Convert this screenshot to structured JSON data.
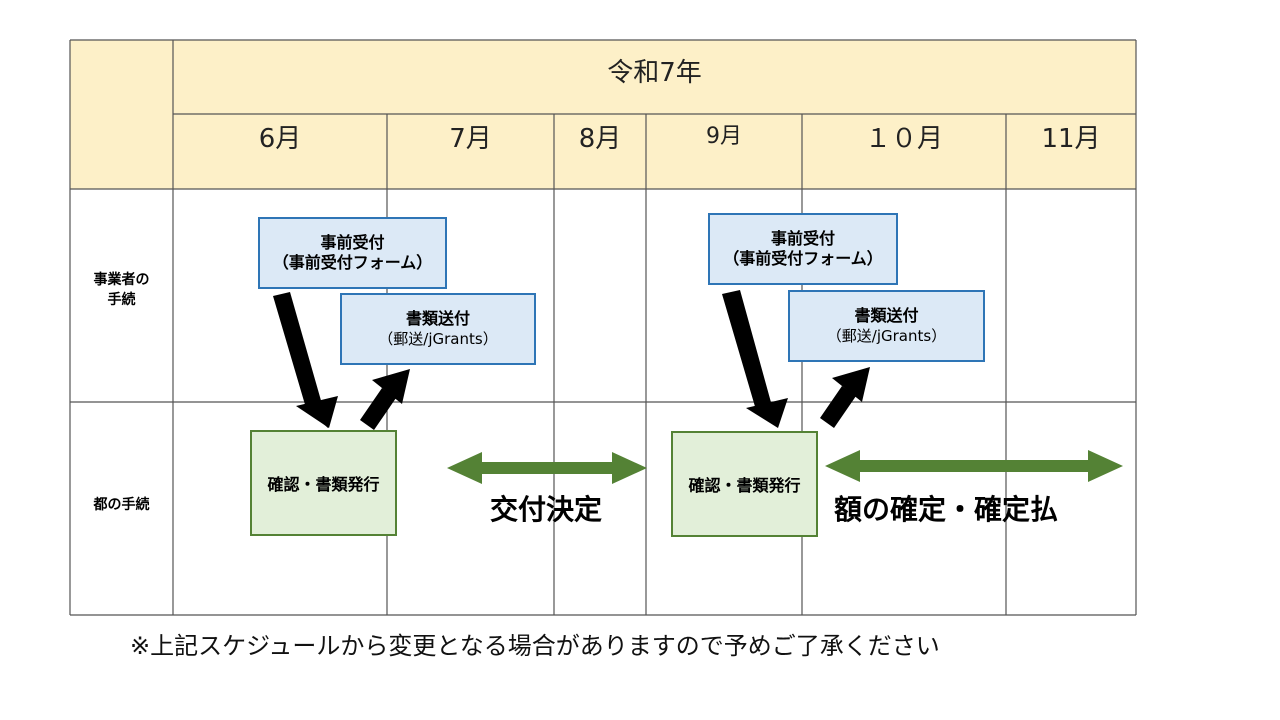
{
  "year_header": "令和7年",
  "months": [
    "6月",
    "7月",
    "8月",
    "9月",
    "１０月",
    "11月"
  ],
  "rows": {
    "business_label": "事業者の\n手続",
    "metro_label": "都の手続"
  },
  "round1": {
    "pre_reception_title": "事前受付",
    "pre_reception_sub": "（事前受付フォーム）",
    "documents_title": "書類送付",
    "documents_sub": "（郵送/jGrants）",
    "confirm": "確認・書類発行"
  },
  "round2": {
    "pre_reception_title": "事前受付",
    "pre_reception_sub": "（事前受付フォーム）",
    "documents_title": "書類送付",
    "documents_sub": "（郵送/jGrants）",
    "confirm": "確認・書類発行"
  },
  "phases": {
    "grant_decision": "交付決定",
    "amount_confirmation": "額の確定・確定払"
  },
  "colors": {
    "header_bg": "#fdf0c8",
    "blue_box_bg": "#dce9f6",
    "blue_box_border": "#2e75b6",
    "green_box_bg": "#e2efd9",
    "green_box_border": "#548235",
    "green_arrow": "#548235",
    "black_arrow": "#000000"
  },
  "footnote": "※上記スケジュールから変更となる場合がありますので予めご了承ください"
}
